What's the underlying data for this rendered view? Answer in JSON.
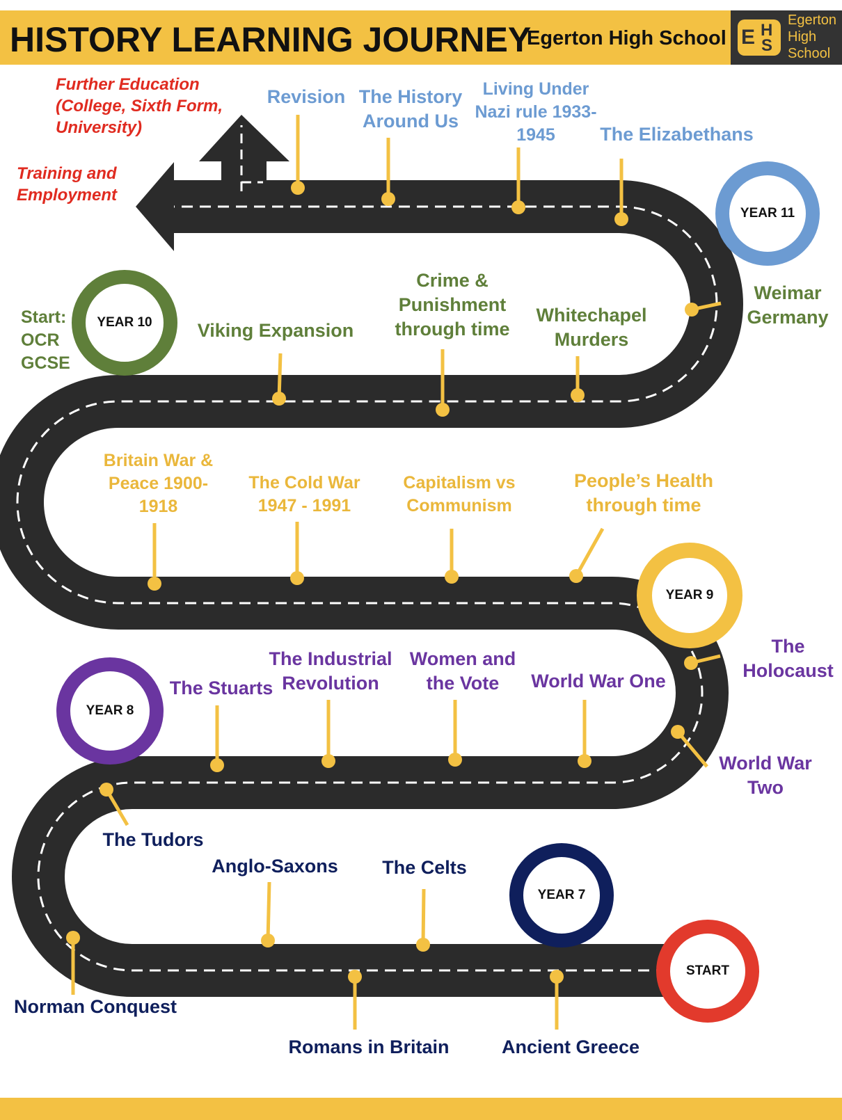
{
  "header": {
    "title": "HISTORY LEARNING JOURNEY",
    "school_name": "Egerton High School",
    "logo": {
      "letters": [
        "E",
        "H",
        "S"
      ],
      "text_lines": [
        "Egerton",
        "High",
        "School"
      ]
    }
  },
  "colors": {
    "road": "#2b2b2b",
    "road_line": "#ffffff",
    "marker": "#f3c143",
    "year7": "#0f1f5c",
    "year8": "#6a35a0",
    "year9": "#f3c143",
    "year10": "#5f7f3a",
    "year11": "#6c9bd2",
    "start": "#e23a2c",
    "exit": "#e02b20"
  },
  "years": [
    {
      "label": "START",
      "color": "#e23a2c"
    },
    {
      "label": "YEAR 7",
      "color": "#0f1f5c"
    },
    {
      "label": "YEAR 8",
      "color": "#6a35a0"
    },
    {
      "label": "YEAR 9",
      "color": "#f3c143"
    },
    {
      "label": "YEAR 10",
      "color": "#5f7f3a"
    },
    {
      "label": "YEAR 11",
      "color": "#6c9bd2"
    }
  ],
  "topics": {
    "year7": [
      "Ancient Greece",
      "Romans in Britain",
      "The Celts",
      "Anglo-Saxons",
      "Norman Conquest",
      "The Tudors"
    ],
    "year8": [
      "The Stuarts",
      "The Industrial Revolution",
      "Women and the Vote",
      "World War One",
      "World War Two",
      "The Holocaust"
    ],
    "year9": [
      "People’s Health through time",
      "Capitalism vs Communism",
      "The Cold War 1947 - 1991",
      "Britain War & Peace 1900-1918"
    ],
    "year10": [
      "Start: OCR GCSE",
      "Viking Expansion",
      "Crime & Punishment through time",
      "Whitechapel Murders",
      "Weimar Germany"
    ],
    "year11": [
      "The Elizabethans",
      "Living Under Nazi rule 1933-1945",
      "The History Around Us",
      "Revision"
    ]
  },
  "exits": [
    "Further Education (College, Sixth Form, University)",
    "Training and Employment"
  ]
}
